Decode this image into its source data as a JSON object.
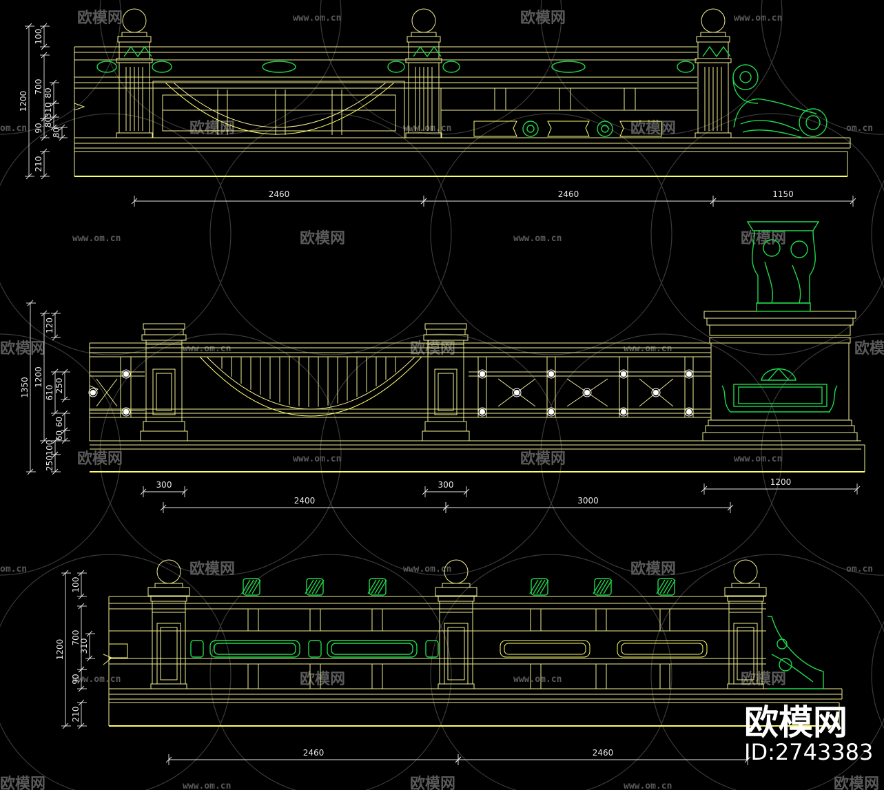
{
  "colors": {
    "background": "#000000",
    "line_yellow": "#f2ef8f",
    "line_bright": "#ffff66",
    "ornament_green": "#1ed84a",
    "dimension": "#e8e8e8",
    "watermark": "#5a5a5a"
  },
  "watermark": {
    "brand": "欧模网",
    "url": "www.om.cn",
    "url_short": "om.cn"
  },
  "brand_badge": {
    "name": "欧模网",
    "id_label": "ID:2743383"
  },
  "elevations": [
    {
      "id": "elevation-1",
      "vertical_dims": [
        "1200",
        "100",
        "700",
        "80",
        "310",
        "80",
        "80",
        "90",
        "210"
      ],
      "horizontal_dims": [
        "2460",
        "2460",
        "1150"
      ]
    },
    {
      "id": "elevation-2",
      "vertical_dims": [
        "1350",
        "1200",
        "610",
        "120",
        "250",
        "60",
        "60",
        "100",
        "250"
      ],
      "horizontal_dims_top": [
        "300",
        "300",
        "1200"
      ],
      "horizontal_dims_bottom": [
        "2400",
        "3000"
      ]
    },
    {
      "id": "elevation-3",
      "vertical_dims": [
        "1200",
        "100",
        "700",
        "310",
        "90",
        "210"
      ],
      "horizontal_dims": [
        "2460",
        "2460"
      ]
    }
  ]
}
